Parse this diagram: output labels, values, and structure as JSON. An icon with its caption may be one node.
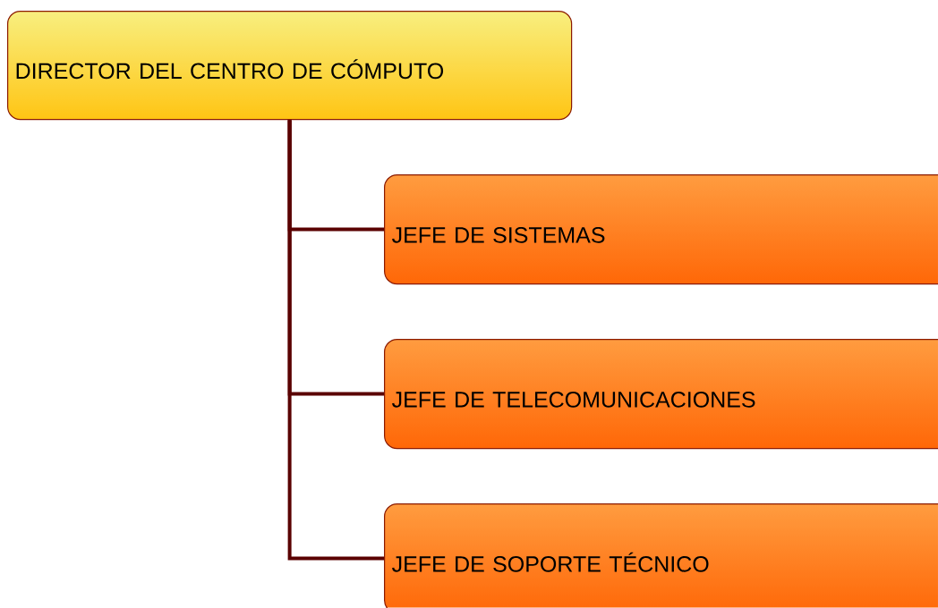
{
  "diagram": {
    "nodes": [
      {
        "text": [
          "DIRECTOR DEL CENTRO DE CÓMPUTO"
        ]
      },
      {
        "text": [
          "JEFE DE SISTEMAS"
        ]
      },
      {
        "text": [
          "JEFE DE TELECOMUNICACIONES"
        ]
      },
      {
        "text": [
          "JEFE DE SOPORTE TÉCNICO"
        ]
      }
    ],
    "edges": [
      {
        "from": 0,
        "to": 1,
        "arrow": "none"
      },
      {
        "from": 0,
        "to": 2,
        "arrow": "none"
      },
      {
        "from": 0,
        "to": 3,
        "arrow": "none"
      }
    ]
  }
}
